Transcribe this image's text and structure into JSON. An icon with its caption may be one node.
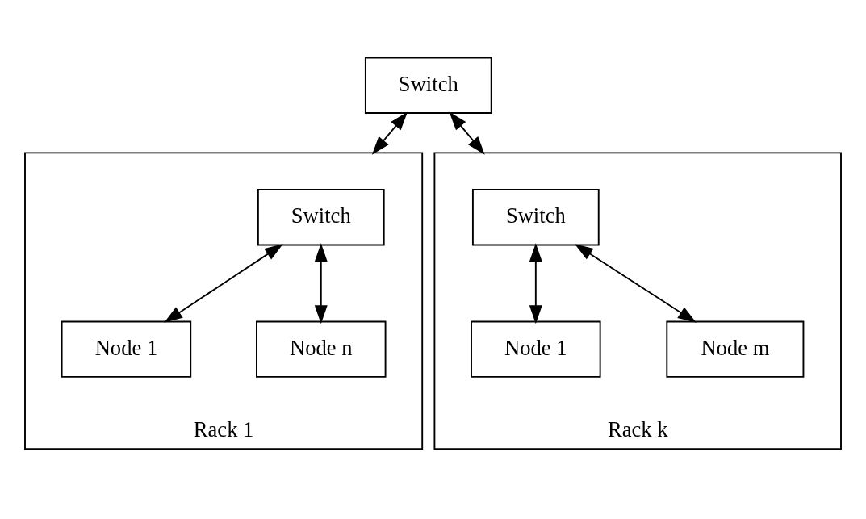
{
  "diagram": {
    "nodes": [
      {
        "text": [
          "Switch"
        ]
      },
      {
        "text": [
          "Rack 1"
        ]
      },
      {
        "text": [
          "Switch"
        ],
        "in": 1
      },
      {
        "text": [
          "Node 1"
        ],
        "in": 1
      },
      {
        "text": [
          "Node n"
        ],
        "in": 1
      },
      {
        "text": [
          "Rack k"
        ]
      },
      {
        "text": [
          "Switch"
        ],
        "in": 5
      },
      {
        "text": [
          "Node 1"
        ],
        "in": 5
      },
      {
        "text": [
          "Node m"
        ],
        "in": 5
      }
    ],
    "edges": [
      {
        "from": 0,
        "to": 1,
        "arrow": "both"
      },
      {
        "from": 0,
        "to": 5,
        "arrow": "both"
      },
      {
        "from": 2,
        "to": 3,
        "arrow": "both"
      },
      {
        "from": 2,
        "to": 4,
        "arrow": "both"
      },
      {
        "from": 6,
        "to": 7,
        "arrow": "both"
      },
      {
        "from": 6,
        "to": 8,
        "arrow": "both"
      }
    ]
  }
}
